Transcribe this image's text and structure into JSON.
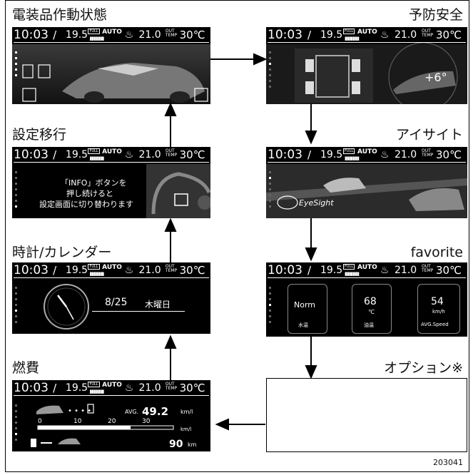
{
  "labels": {
    "electric": "電装品作動状態",
    "safety": "予防安全",
    "settings": "設定移行",
    "eyesight": "アイサイト",
    "clockcal": "時計/カレンダー",
    "favorite": "favorite",
    "fuel": "燃費",
    "option": "オプション※"
  },
  "status": {
    "clock": "10:03",
    "temp_left": "19.5",
    "full_badge": "FULL",
    "auto": "AUTO",
    "temp_right": "21.0",
    "out_label": "OUT TEMP",
    "out_temp": "30℃"
  },
  "settings_panel": {
    "line1": "「INFO」ボタンを",
    "line2": "押し続けると",
    "line3": "設定画面に切り替わります"
  },
  "eyesight_panel": {
    "logo": "EyeSight"
  },
  "calendar": {
    "date": "8/25",
    "weekday": "木曜日"
  },
  "favorite_panel": {
    "gauge1_value": "Norm",
    "gauge1_label": "水温",
    "gauge2_value": "68",
    "gauge2_unit": "℃",
    "gauge2_label": "油温",
    "gauge3_value": "54",
    "gauge3_unit": "km/h",
    "gauge3_label": "AVG.Speed"
  },
  "fuel_panel": {
    "avg_label": "AVG.",
    "avg_value": "49.2",
    "avg_unit": "km/l",
    "scale": [
      "0",
      "10",
      "20",
      "30"
    ],
    "scale_unit": "km/l",
    "range_value": "90",
    "range_unit": "km"
  },
  "figure_code": "203041"
}
